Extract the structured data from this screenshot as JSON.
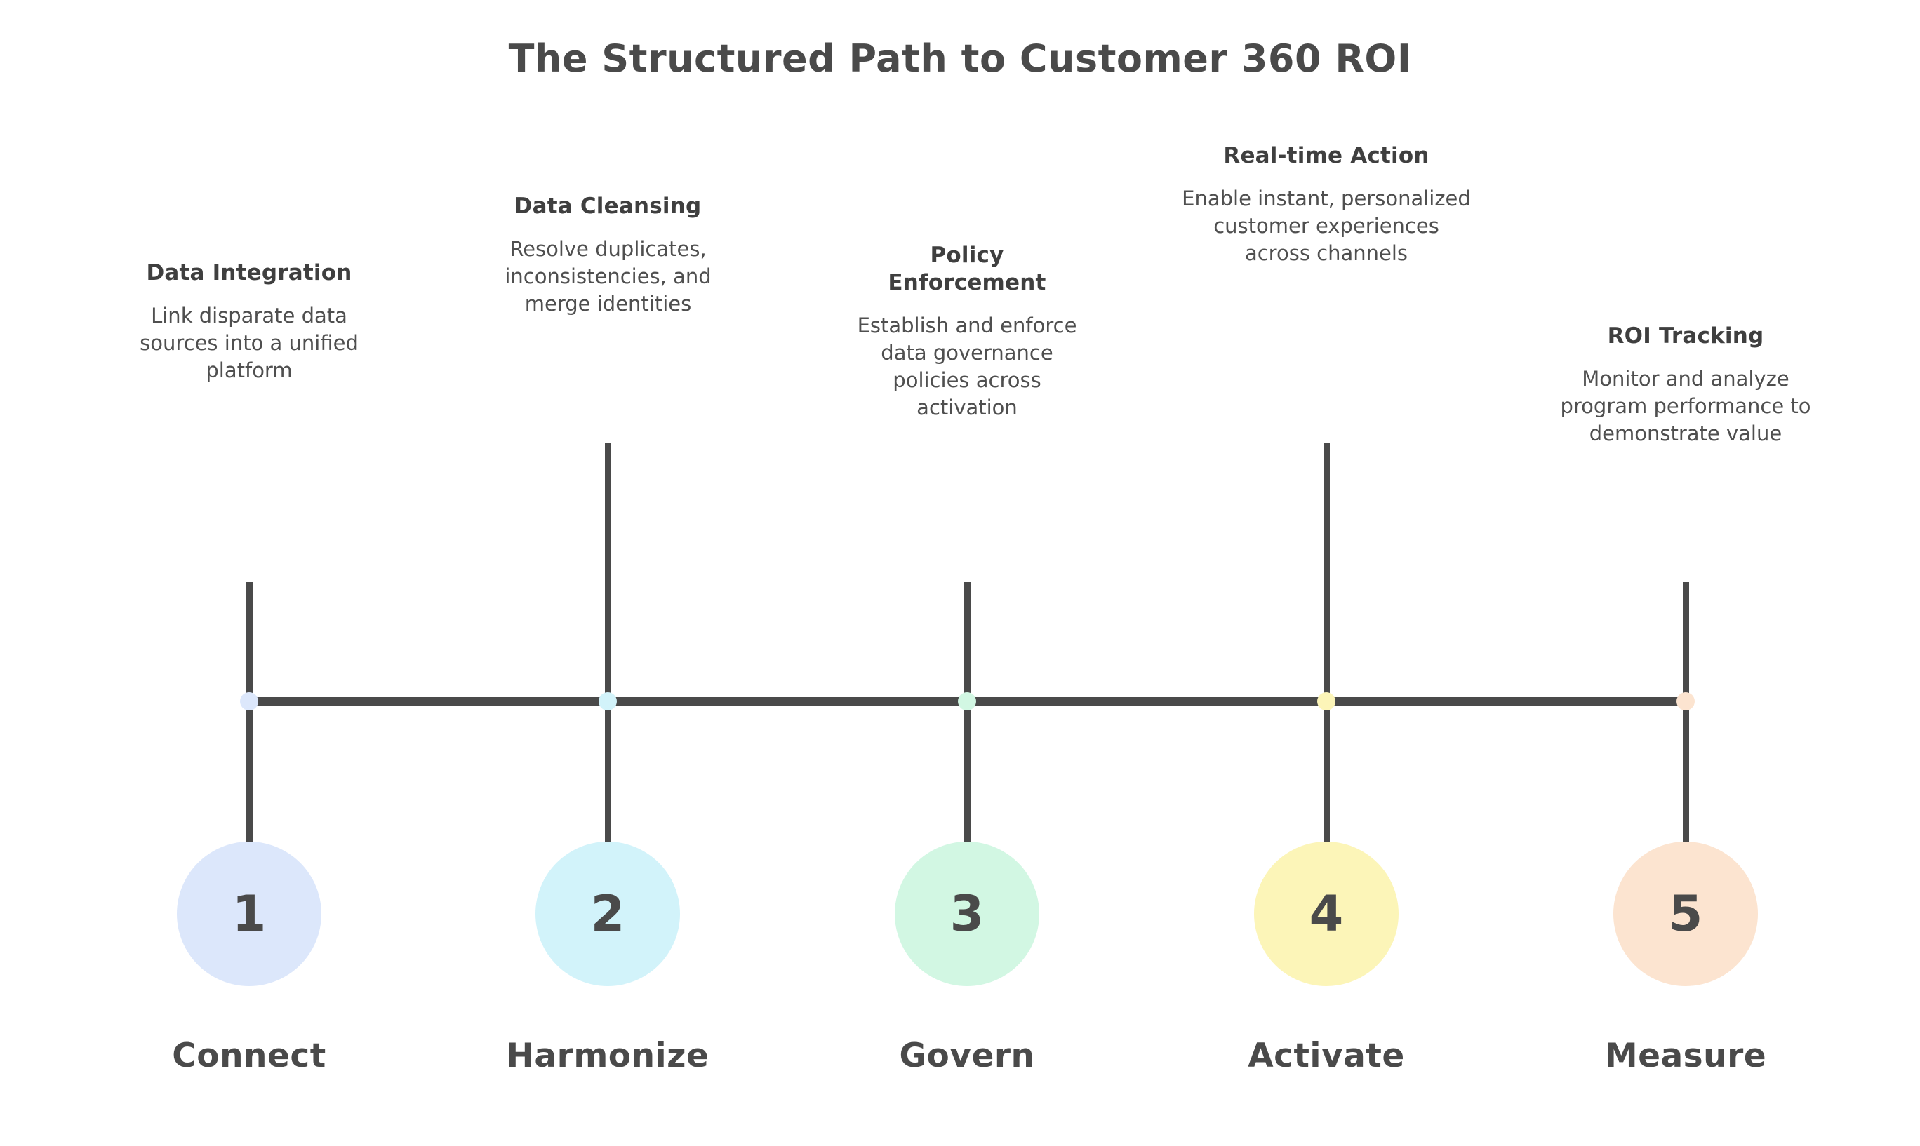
{
  "title": "The Structured Path to Customer 360 ROI",
  "theme": {
    "text_color": "#4a4a4a",
    "axis_color": "#4a4a4a",
    "background": "#ffffff"
  },
  "chart_data": {
    "type": "timeline",
    "title": "The Structured Path to Customer 360 ROI",
    "orientation": "horizontal",
    "step_count": 5,
    "steps": [
      {
        "number": "1",
        "heading": "Data Integration",
        "description": "Link disparate data sources into a unified platform",
        "phase": "Connect",
        "color": "#dce7fb",
        "side": "above",
        "stem_height": "short"
      },
      {
        "number": "2",
        "heading": "Data Cleansing",
        "description": "Resolve duplicates, inconsistencies, and merge identities",
        "phase": "Harmonize",
        "color": "#d2f3fa",
        "side": "above",
        "stem_height": "tall"
      },
      {
        "number": "3",
        "heading": "Policy Enforcement",
        "description": "Establish and enforce data governance policies across activation",
        "phase": "Govern",
        "color": "#d2f7e3",
        "side": "above",
        "stem_height": "short"
      },
      {
        "number": "4",
        "heading": "Real-time Action",
        "description": "Enable instant, personalized customer experiences across channels",
        "phase": "Activate",
        "color": "#fcf5b8",
        "side": "above",
        "stem_height": "tall"
      },
      {
        "number": "5",
        "heading": "ROI Tracking",
        "description": "Monitor and analyze program performance to demonstrate value",
        "phase": "Measure",
        "color": "#fce4d0",
        "side": "above",
        "stem_height": "short"
      }
    ]
  }
}
